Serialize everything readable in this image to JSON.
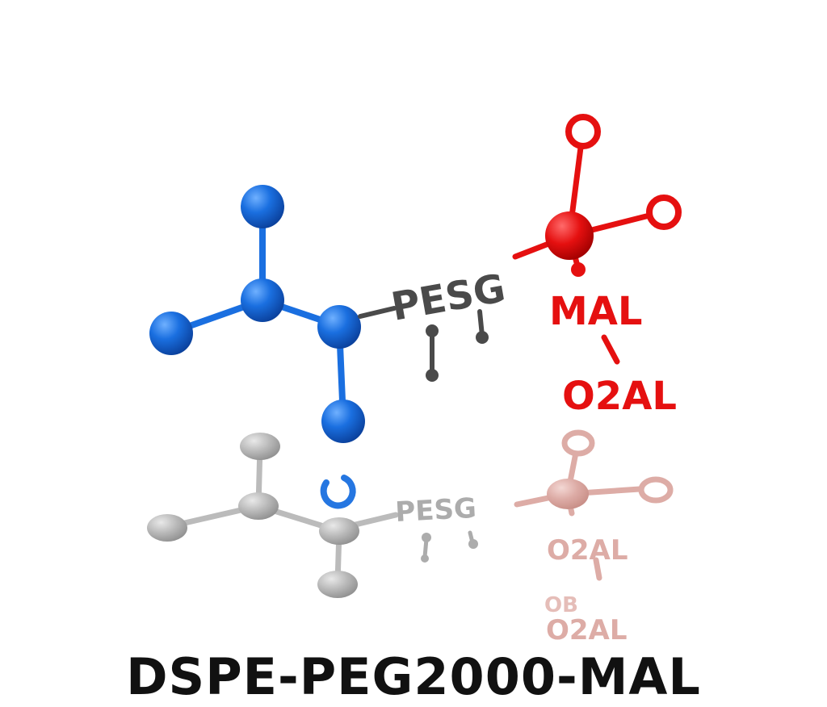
{
  "labels": {
    "peg": "PESG",
    "mal": "MAL",
    "o2al": "O2AL",
    "reflection_peg": "PESG",
    "reflection_o2al": "O2AL",
    "reflection_ob": "OB",
    "reflection_o2al_2": "O2AL"
  },
  "caption": "DSPE-PEG2000-MAL",
  "colors": {
    "lipid_blue": "#1565d0",
    "linker_gray": "#4a4a4a",
    "maleimide_red": "#e01010",
    "reflection_gray": "#b5b5b5",
    "reflection_red": "#d9a5a0",
    "caption": "#111111"
  }
}
